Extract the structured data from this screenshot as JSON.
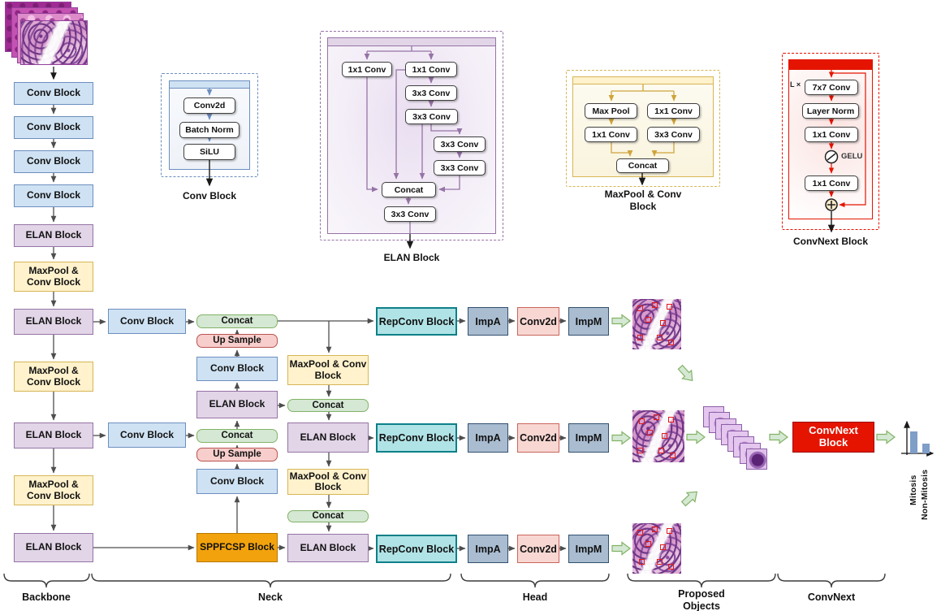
{
  "sections": {
    "backbone": "Backbone",
    "neck": "Neck",
    "head": "Head",
    "proposed_line1": "Proposed",
    "proposed_line2": "Objects",
    "convnext": "ConvNext"
  },
  "backbone": {
    "blocks": [
      "Conv Block",
      "Conv Block",
      "Conv Block",
      "Conv Block",
      "ELAN Block",
      "MaxPool & Conv Block",
      "ELAN Block",
      "MaxPool & Conv Block",
      "ELAN Block",
      "MaxPool & Conv Block",
      "ELAN Block"
    ]
  },
  "neck": {
    "col1": [
      "Conv Block",
      "Conv Block"
    ],
    "col2": [
      "Concat",
      "Up Sample",
      "Conv Block",
      "ELAN Block",
      "Concat",
      "Up Sample",
      "Conv Block",
      "SPPFCSP Block"
    ],
    "col3": [
      "MaxPool & Conv Block",
      "Concat",
      "ELAN Block",
      "MaxPool & Conv Block",
      "Concat",
      "ELAN Block"
    ]
  },
  "head": {
    "labels": [
      "RepConv Block",
      "ImpA",
      "Conv2d",
      "ImpM"
    ]
  },
  "classifier": {
    "block_label": "ConvNext Block"
  },
  "details": {
    "conv_block": {
      "title": "Conv Block",
      "layers": [
        "Conv2d",
        "Batch Norm",
        "SiLU"
      ]
    },
    "elan_block": {
      "title": "ELAN Block",
      "layers": [
        "1x1 Conv",
        "1x1 Conv",
        "3x3 Conv",
        "3x3 Conv",
        "3x3 Conv",
        "3x3 Conv",
        "Concat",
        "3x3 Conv"
      ]
    },
    "maxpool_block": {
      "title_line1": "MaxPool & Conv",
      "title_line2": "Block",
      "layers": [
        "Max Pool",
        "1x1 Conv",
        "1x1 Conv",
        "3x3 Conv",
        "Concat"
      ]
    },
    "convnext_block": {
      "title": "ConvNext Block",
      "repeat_label": "L ×",
      "layers": [
        "7x7 Conv",
        "Layer Norm",
        "1x1 Conv",
        "1x1 Conv"
      ],
      "activation": "GELU"
    }
  },
  "chart_data": {
    "type": "bar",
    "categories": [
      "Mitosis",
      "Non-Mitosis"
    ],
    "relative_values": [
      0.72,
      0.32
    ],
    "title": "",
    "xlabel": "",
    "ylabel": "",
    "legend": "none"
  },
  "colors": {
    "conv_blue": "#cfe2f3",
    "elan_purple": "#e1d5e7",
    "maxpool_yellow": "#fff2cc",
    "concat_green": "#d5e8d4",
    "upsample_red": "#f8cecc",
    "sppfcsp_orange": "#f2a20c",
    "repconv_teal": "#b0e3e6",
    "imp_slate": "#a9bcd0",
    "conv2d_pink": "#f8d7d3",
    "convnext_red": "#e51400",
    "flow_arrow_green": "#d5e8d4",
    "detection_box_red": "#e31a1a",
    "bar_blue": "#7f9ec8"
  }
}
